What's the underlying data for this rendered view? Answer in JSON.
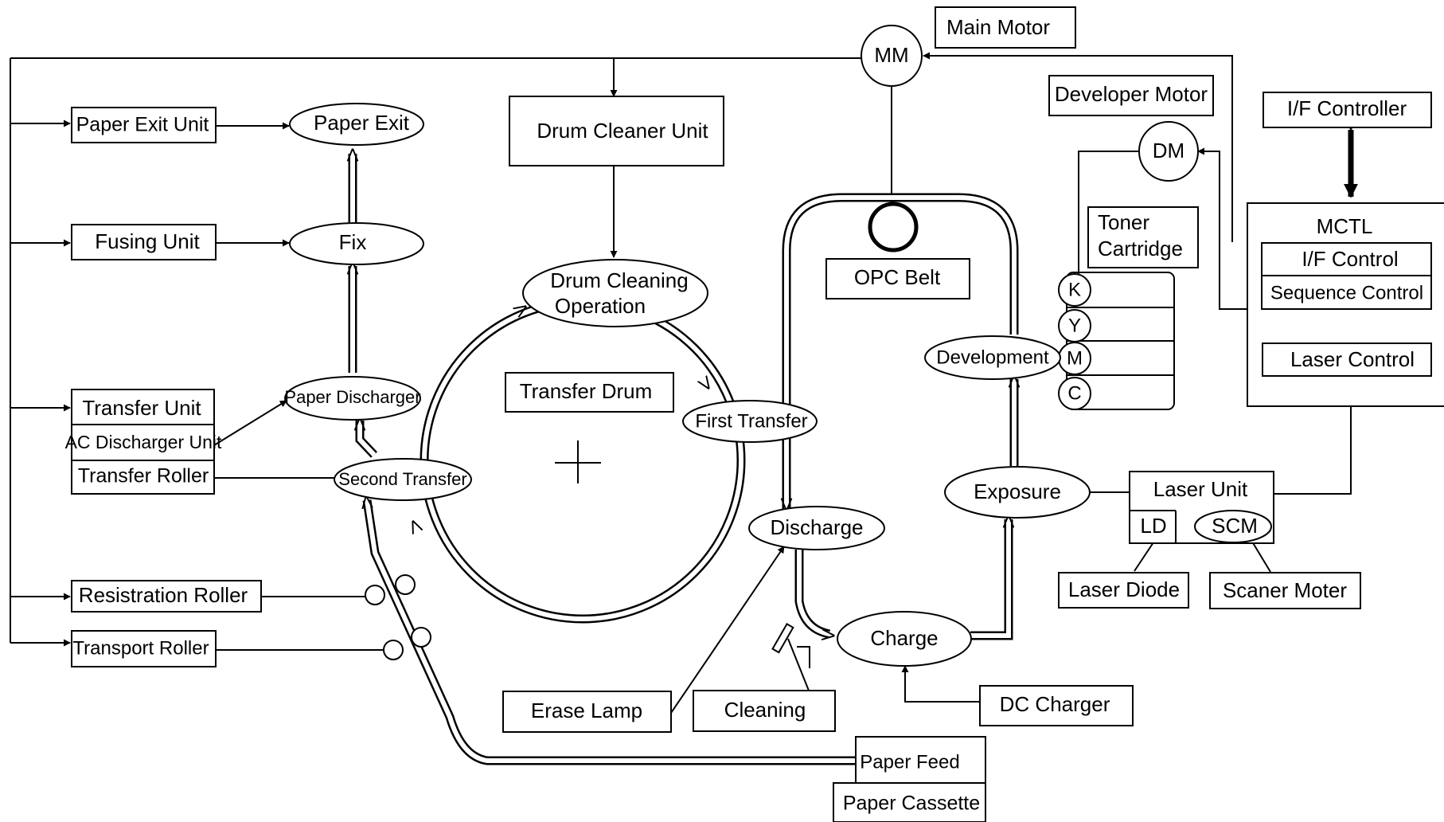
{
  "labels": {
    "main_motor": "Main Motor",
    "mm": "MM",
    "developer_motor": "Developer Motor",
    "dm": "DM",
    "if_controller": "I/F Controller",
    "mctl": "MCTL",
    "if_control": "I/F Control",
    "sequence_control": "Sequence Control",
    "laser_control": "Laser Control",
    "toner_cartridge_line1": "Toner",
    "toner_cartridge_line2": "Cartridge",
    "k": "K",
    "y": "Y",
    "m": "M",
    "c": "C",
    "paper_exit_unit": "Paper Exit Unit",
    "paper_exit": "Paper Exit",
    "fusing_unit": "Fusing Unit",
    "fix": "Fix",
    "drum_cleaner_unit": "Drum Cleaner Unit",
    "drum_cleaning_line1": "Drum Cleaning",
    "drum_cleaning_line2": "Operation",
    "opc_belt": "OPC Belt",
    "development": "Development",
    "transfer_unit": "Transfer Unit",
    "ac_discharger_unit": "AC Discharger Unit",
    "transfer_roller": "Transfer Roller",
    "paper_discharger": "Paper Discharger",
    "transfer_drum": "Transfer Drum",
    "first_transfer": "First Transfer",
    "second_transfer": "Second Transfer",
    "discharge": "Discharge",
    "exposure": "Exposure",
    "laser_unit": "Laser Unit",
    "ld": "LD",
    "scm": "SCM",
    "laser_diode": "Laser Diode",
    "scaner_moter": "Scaner Moter",
    "resistration_roller": "Resistration Roller",
    "transport_roller": "Transport Roller",
    "charge": "Charge",
    "erase_lamp": "Erase Lamp",
    "cleaning": "Cleaning",
    "dc_charger": "DC Charger",
    "paper_feed": "Paper Feed",
    "paper_cassette": "Paper Cassette"
  }
}
